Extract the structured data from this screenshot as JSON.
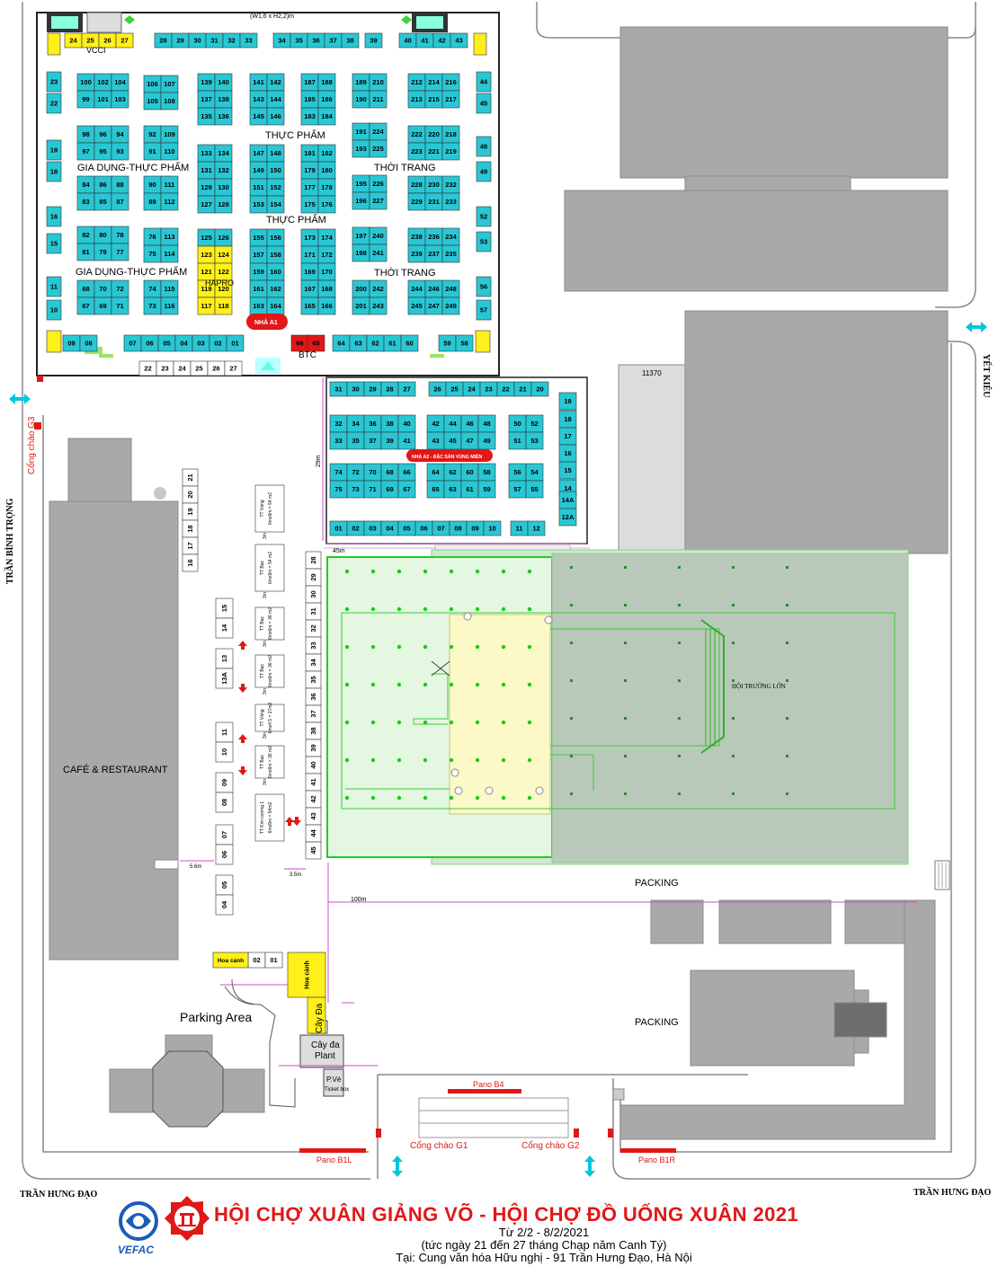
{
  "title": "HỘI CHỢ XUÂN GIẢNG VÕ - HỘI CHỢ ĐỒ UỐNG XUÂN 2021",
  "dates": "Từ 2/2 - 8/2/2021",
  "lunar_dates": "(tức ngày 21 đến 27 tháng Chạp năm Canh Tý)",
  "venue": "Tại: Cung văn hóa Hữu nghị - 91 Trần Hưng Đạo, Hà Nội",
  "logo_text": "VEFAC",
  "streets": {
    "left": "TRẦN BÌNH TRỌNG",
    "bottom_left": "TRẦN HƯNG ĐẠO",
    "bottom_right": "TRẦN HƯNG ĐẠO",
    "right": "YẾT KIÊU"
  },
  "gates": {
    "g3": "Cổng chào G3",
    "g1": "Cổng chào G1",
    "g2": "Cổng chào G2"
  },
  "panos": {
    "b4": "Pano B4",
    "b1l": "Pano B1L",
    "b1r": "Pano B1R"
  },
  "areas": {
    "cafe": "CAFÉ & RESTAURANT",
    "parking_area": "Parking Area",
    "packing_1": "PACKING",
    "packing_2": "PACKING",
    "hall": "HỘI TRƯỜNG LỚN",
    "hall_a1": "NHÀ A1",
    "hall_a2": "NHÀ A2 - ĐẶC SẢN VÙNG MIỀN",
    "btc": "BTC",
    "vcci": "VCCI",
    "hapro": "HAPRO",
    "hoa_canh_1": "Hoa cảnh",
    "hoa_canh_2": "Hoa cảnh",
    "cay_da": "Cây Đa",
    "cay_da_plant_1": "Cây đa",
    "cay_da_plant_2": "Plant",
    "ticket_1": "P.Vé",
    "ticket_2": "Ticket box"
  },
  "zones": {
    "thuc_pham_1": "THỰC PHẨM",
    "thuc_pham_2": "THỰC PHẨM",
    "gia_dung_1": "GIA DỤNG-THỰC PHẨM",
    "gia_dung_2": "GIA DỤNG-THỰC PHẨM",
    "thoi_trang_1": "THỜI TRANG",
    "thoi_trang_2": "THỜI TRANG"
  },
  "dimensions": {
    "w_top": "(W1,6 x H2,2)m",
    "d_11370": "11370",
    "d_29m": "29m",
    "d_45m": "45m",
    "d_100m": "100m",
    "d_5_6m": "5.6m",
    "d_3_5m": "3.5m",
    "d_3m": "3m"
  },
  "booths": {
    "a1_top": [
      "24",
      "25",
      "26",
      "27",
      "28",
      "29",
      "30",
      "31",
      "32",
      "33",
      "34",
      "35",
      "36",
      "37",
      "38",
      "39",
      "40",
      "41",
      "42",
      "43"
    ],
    "a1_bottom": [
      "09",
      "08",
      "07",
      "06",
      "05",
      "04",
      "03",
      "02",
      "01",
      "66",
      "65",
      "64",
      "63",
      "62",
      "61",
      "60",
      "59",
      "58"
    ],
    "a1_left": [
      "23",
      "22",
      "19",
      "18",
      "16",
      "15",
      "11",
      "10"
    ],
    "a1_right": [
      "44",
      "45",
      "48",
      "49",
      "52",
      "53",
      "56",
      "57"
    ],
    "a1_outside": [
      "22",
      "23",
      "24",
      "25",
      "26",
      "27"
    ],
    "a1_blocks": [
      [
        "100",
        "102",
        "104",
        "99",
        "101",
        "103"
      ],
      [
        "98",
        "96",
        "94",
        "97",
        "95",
        "93"
      ],
      [
        "84",
        "86",
        "88",
        "83",
        "85",
        "87"
      ],
      [
        "82",
        "80",
        "78",
        "81",
        "79",
        "77"
      ],
      [
        "68",
        "70",
        "72",
        "67",
        "69",
        "71"
      ],
      [
        "106",
        "107",
        "105",
        "108"
      ],
      [
        "92",
        "109",
        "91",
        "110"
      ],
      [
        "90",
        "111",
        "89",
        "112"
      ],
      [
        "76",
        "113",
        "75",
        "114"
      ],
      [
        "74",
        "115",
        "73",
        "116"
      ],
      [
        "139",
        "140",
        "137",
        "138",
        "135",
        "136"
      ],
      [
        "133",
        "134",
        "131",
        "132"
      ],
      [
        "129",
        "130",
        "127",
        "128"
      ],
      [
        "125",
        "126",
        "123",
        "124",
        "121",
        "122"
      ],
      [
        "119",
        "120",
        "117",
        "118"
      ],
      [
        "141",
        "142",
        "143",
        "144",
        "145",
        "146"
      ],
      [
        "147",
        "148",
        "149",
        "150"
      ],
      [
        "151",
        "152",
        "153",
        "154"
      ],
      [
        "155",
        "156",
        "157",
        "158",
        "159",
        "160"
      ],
      [
        "161",
        "162",
        "163",
        "164"
      ],
      [
        "187",
        "188",
        "185",
        "186",
        "183",
        "184"
      ],
      [
        "181",
        "182",
        "179",
        "180"
      ],
      [
        "177",
        "178",
        "175",
        "176"
      ],
      [
        "173",
        "174",
        "171",
        "172",
        "169",
        "170"
      ],
      [
        "167",
        "168",
        "165",
        "166"
      ],
      [
        "189",
        "210",
        "190",
        "211"
      ],
      [
        "191",
        "224",
        "193",
        "225"
      ],
      [
        "195",
        "226",
        "196",
        "227"
      ],
      [
        "197",
        "240",
        "198",
        "241"
      ],
      [
        "200",
        "242",
        "201",
        "243"
      ],
      [
        "212",
        "214",
        "216",
        "213",
        "215",
        "217"
      ],
      [
        "222",
        "220",
        "218",
        "223",
        "221",
        "219"
      ],
      [
        "228",
        "230",
        "232",
        "229",
        "231",
        "233"
      ],
      [
        "238",
        "236",
        "234",
        "239",
        "237",
        "235"
      ],
      [
        "244",
        "246",
        "248",
        "245",
        "247",
        "249"
      ]
    ],
    "a2_top": [
      "31",
      "30",
      "29",
      "28",
      "27",
      "26",
      "25",
      "24",
      "23",
      "22",
      "21",
      "20"
    ],
    "a2_right": [
      "19",
      "18",
      "17",
      "16",
      "15",
      "14",
      "14A",
      "12A"
    ],
    "a2_bottom": [
      "01",
      "02",
      "03",
      "04",
      "05",
      "06",
      "07",
      "08",
      "09",
      "10",
      "11",
      "12"
    ],
    "a2_blocks": [
      [
        "32",
        "34",
        "36",
        "38",
        "40",
        "33",
        "35",
        "37",
        "39",
        "41"
      ],
      [
        "42",
        "44",
        "46",
        "48",
        "43",
        "45",
        "47",
        "49"
      ],
      [
        "50",
        "52",
        "51",
        "53"
      ],
      [
        "74",
        "72",
        "70",
        "68",
        "66",
        "75",
        "73",
        "71",
        "69",
        "67"
      ],
      [
        "64",
        "62",
        "60",
        "58",
        "65",
        "63",
        "61",
        "59"
      ],
      [
        "56",
        "54",
        "57",
        "55"
      ]
    ],
    "outdoor_a": [
      "21",
      "20",
      "19",
      "18",
      "17",
      "16"
    ],
    "outdoor_b": [
      "15",
      "14",
      "13",
      "13A",
      "11",
      "10",
      "09",
      "08",
      "07",
      "06",
      "05",
      "04",
      "02",
      "01"
    ],
    "outdoor_c": [
      "28",
      "29",
      "30",
      "31",
      "32",
      "33",
      "34",
      "35",
      "36",
      "37",
      "38",
      "39",
      "40",
      "41",
      "42",
      "43",
      "44",
      "45"
    ],
    "tents": [
      "TT Vàng\n6mx9m = 54 m2",
      "TT Bạc\n6mx9m = 54 m2",
      "TT Bạc\n6mx6m = 36 m2",
      "TT Bạc\n6mx6m = 36 m2",
      "TT Vàng\n6mx4.5 = 27m2",
      "TT Bạc\n6mx6m = 36 m2",
      "TT Kim cương 1\n6mx9m = 54m2"
    ]
  },
  "colors": {
    "booth": "#29c7d4",
    "yellow": "#ffef1a",
    "building": "#a9a9a9",
    "green": "#7ee07a",
    "red": "#e01818",
    "cyan_arrow": "#00c8dc"
  }
}
